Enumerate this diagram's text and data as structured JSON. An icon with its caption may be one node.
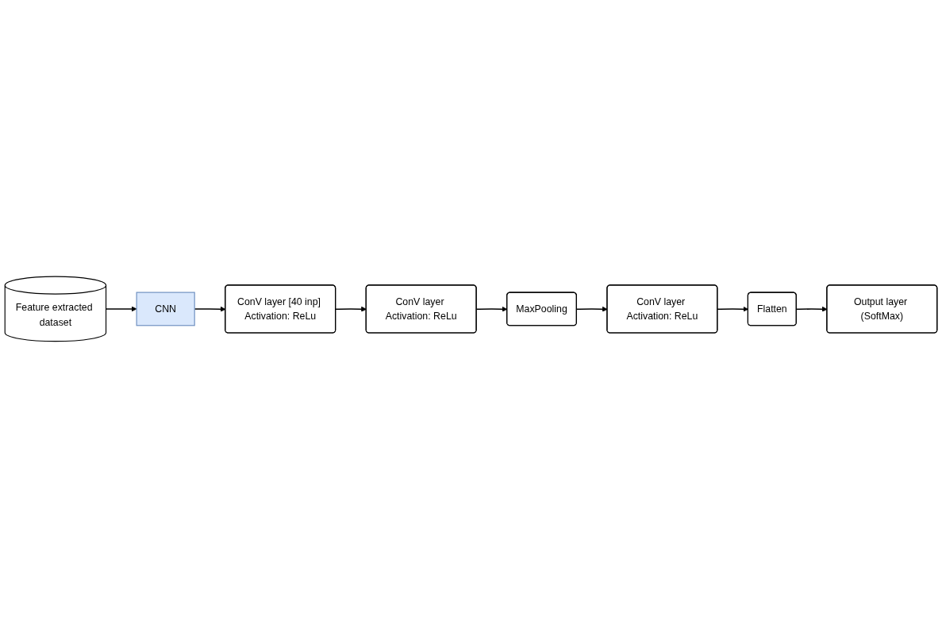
{
  "diagram": {
    "nodes": [
      {
        "text": [
          "Feature extracted dataset"
        ]
      },
      {
        "text": [
          "CNN"
        ]
      },
      {
        "text": [
          "ConV layer [40 inp] Activation: ReLu"
        ]
      },
      {
        "text": [
          "ConV layer Activation: ReLu"
        ]
      },
      {
        "text": [
          "MaxPooling"
        ]
      },
      {
        "text": [
          "Output layer (SoftMax)"
        ]
      },
      {
        "text": [
          "Flatten"
        ]
      },
      {
        "text": [
          "ConV layer Activation: ReLu"
        ]
      }
    ],
    "edges": [
      {
        "from": 0,
        "to": 1,
        "arrow": "to"
      },
      {
        "from": 1,
        "to": 2,
        "arrow": "to"
      },
      {
        "from": 2,
        "to": 3,
        "arrow": "to"
      },
      {
        "from": 3,
        "to": 4,
        "arrow": "to"
      },
      {
        "from": 4,
        "to": 7,
        "arrow": "to"
      },
      {
        "from": 7,
        "to": 6,
        "arrow": "to"
      },
      {
        "from": 6,
        "to": 5,
        "arrow": "to"
      }
    ]
  }
}
